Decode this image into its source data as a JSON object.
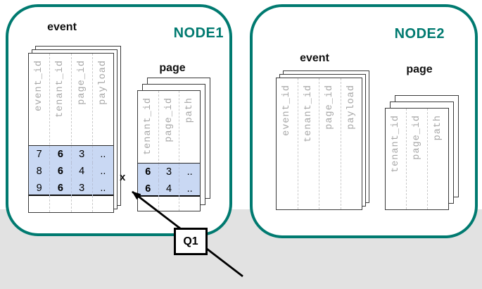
{
  "node1": {
    "label": "NODE1",
    "event_table": {
      "title": "event",
      "columns": [
        "event_id",
        "tenant_id",
        "page_id",
        "payload"
      ],
      "rows": [
        [
          "7",
          "6",
          "3",
          ".."
        ],
        [
          "8",
          "6",
          "4",
          ".."
        ],
        [
          "9",
          "6",
          "3",
          ".."
        ]
      ]
    },
    "page_table": {
      "title": "page",
      "columns": [
        "tenant_id",
        "page_id",
        "path"
      ],
      "rows": [
        [
          "6",
          "3",
          ".."
        ],
        [
          "6",
          "4",
          ".."
        ]
      ]
    }
  },
  "node2": {
    "label": "NODE2",
    "event_table": {
      "title": "event",
      "columns": [
        "event_id",
        "tenant_id",
        "page_id",
        "payload"
      ]
    },
    "page_table": {
      "title": "page",
      "columns": [
        "tenant_id",
        "page_id",
        "path"
      ]
    }
  },
  "annotations": {
    "join_marker": "x",
    "query_label": "Q1"
  },
  "colors": {
    "node_border": "#007a70",
    "node_label": "#007a70",
    "row_highlight": "#c9d8f3",
    "background_bottom": "#e2e2e2"
  }
}
